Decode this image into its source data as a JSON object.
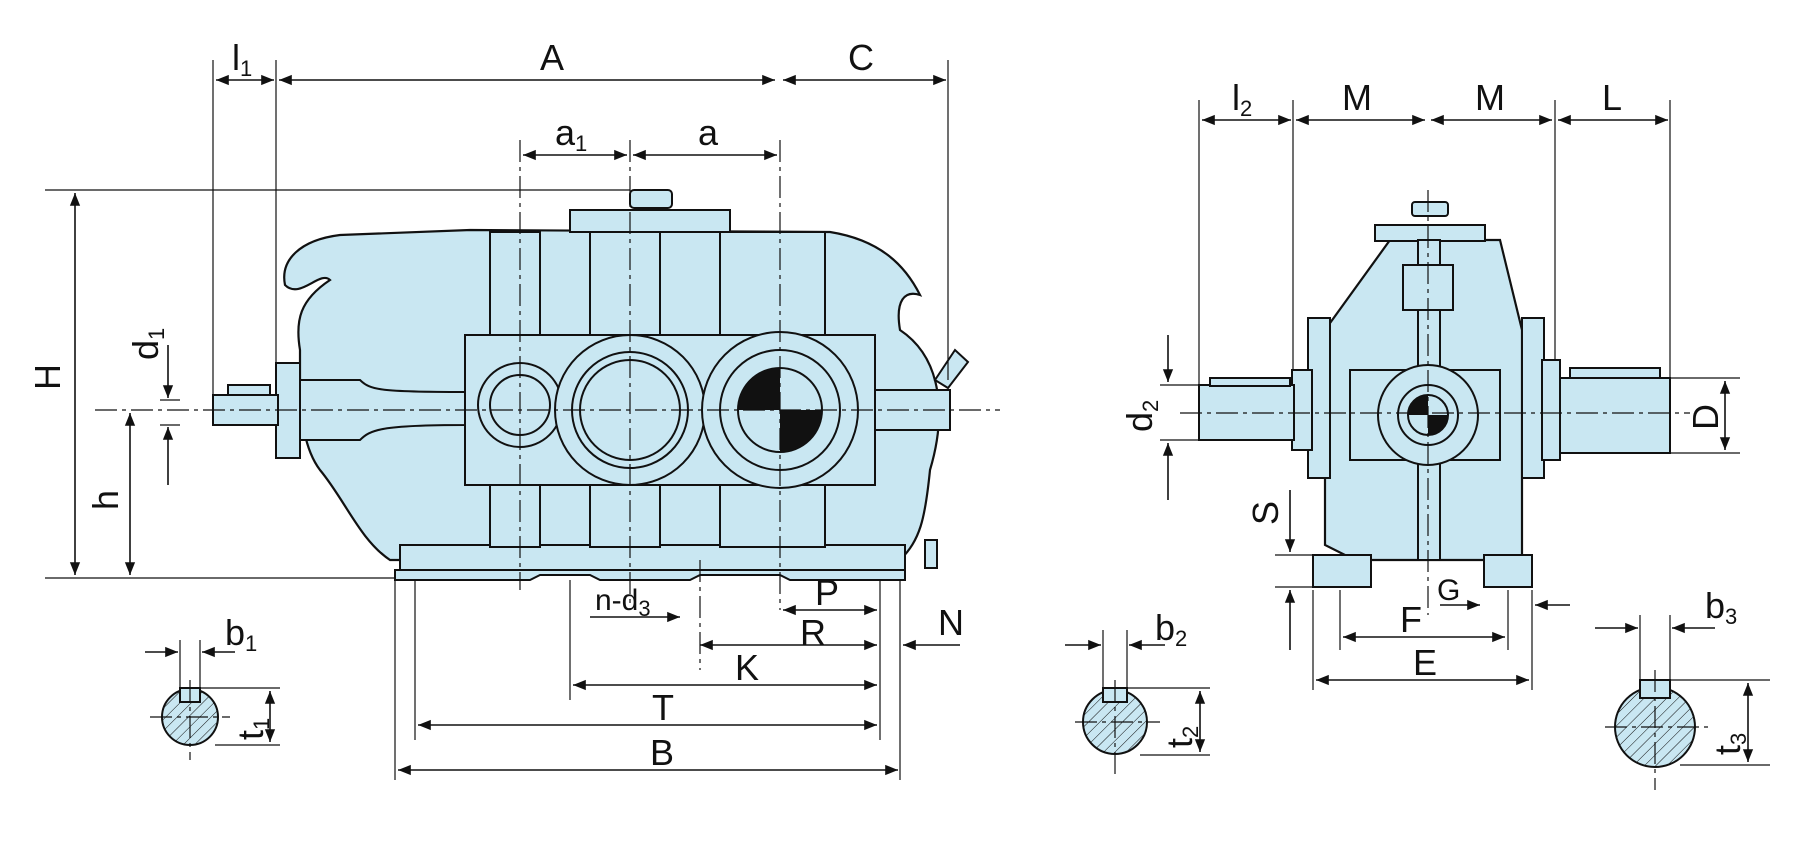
{
  "labels": {
    "l": "l",
    "A": "A",
    "C": "C",
    "a": "a",
    "H": "H",
    "h": "h",
    "d": "d",
    "n_d": "n-d",
    "P": "P",
    "R": "R",
    "K": "K",
    "N": "N",
    "T": "T",
    "B": "B",
    "M": "M",
    "L": "L",
    "D": "D",
    "S": "S",
    "G": "G",
    "F": "F",
    "E": "E",
    "b": "b",
    "t": "t"
  },
  "subscripts": {
    "one": "1",
    "two": "2",
    "three": "3"
  },
  "colors": {
    "housing_fill": "#c9e7f2",
    "line": "#111111",
    "background": "#ffffff"
  }
}
